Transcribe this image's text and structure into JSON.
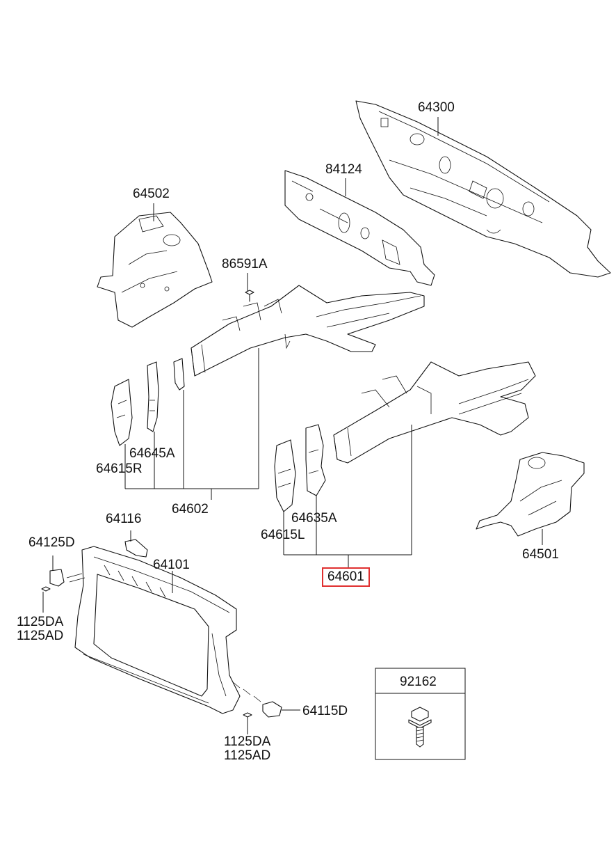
{
  "labels": {
    "p64300": "64300",
    "p84124": "84124",
    "p64502": "64502",
    "p86591A": "86591A",
    "p64645A": "64645A",
    "p64615R": "64615R",
    "p64602": "64602",
    "p64635A": "64635A",
    "p64615L": "64615L",
    "p64601": "64601",
    "p64501": "64501",
    "p64116": "64116",
    "p64125D": "64125D",
    "p64101": "64101",
    "p1125DA_a": "1125DA",
    "p1125AD_a": "1125AD",
    "p1125DA_b": "1125DA",
    "p1125AD_b": "1125AD",
    "p64115D": "64115D",
    "p92162": "92162"
  },
  "colors": {
    "line": "#111111",
    "highlight": "#e03030",
    "background": "#ffffff"
  },
  "highlighted_part": "64601"
}
